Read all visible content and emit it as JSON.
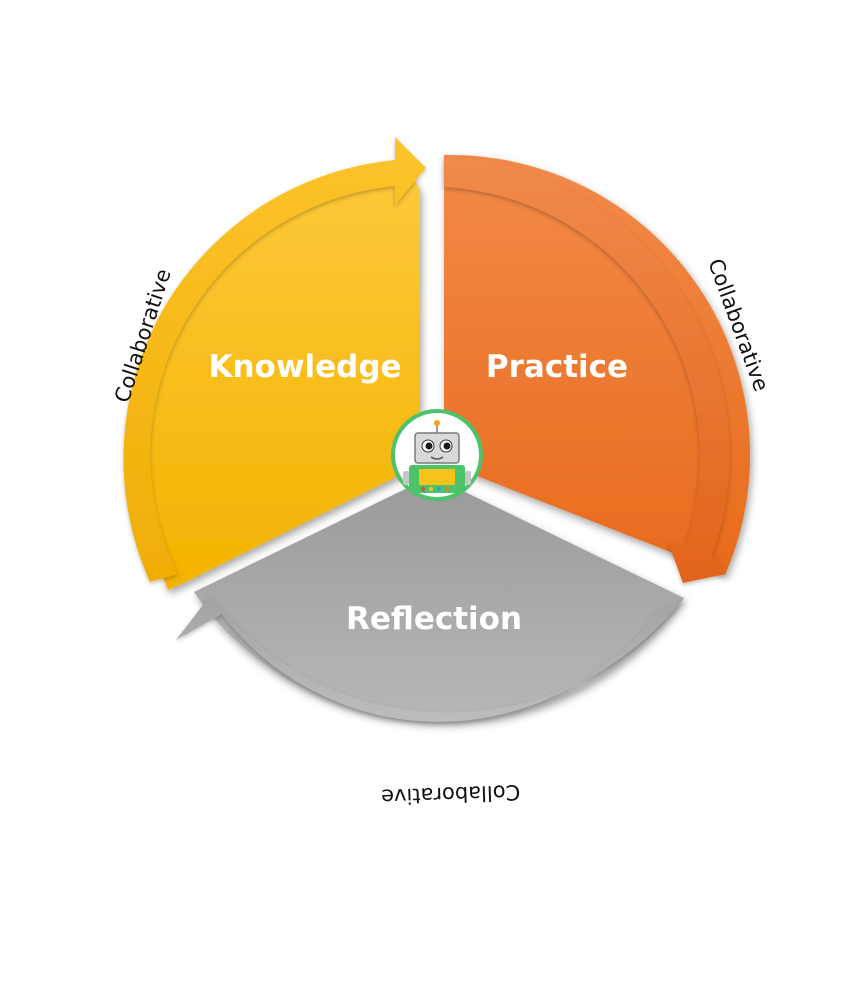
{
  "segments": [
    {
      "id": "knowledge",
      "label": "Knowledge",
      "color": "#fbbf14"
    },
    {
      "id": "practice",
      "label": "Practice",
      "color": "#ef7b2c"
    },
    {
      "id": "reflection",
      "label": "Reflection",
      "color": "#a8a8a8"
    }
  ],
  "arc_labels": {
    "left": "Collaborative",
    "right": "Collaborative",
    "bottom": "Collaborative"
  },
  "center_icon": "robot-icon"
}
